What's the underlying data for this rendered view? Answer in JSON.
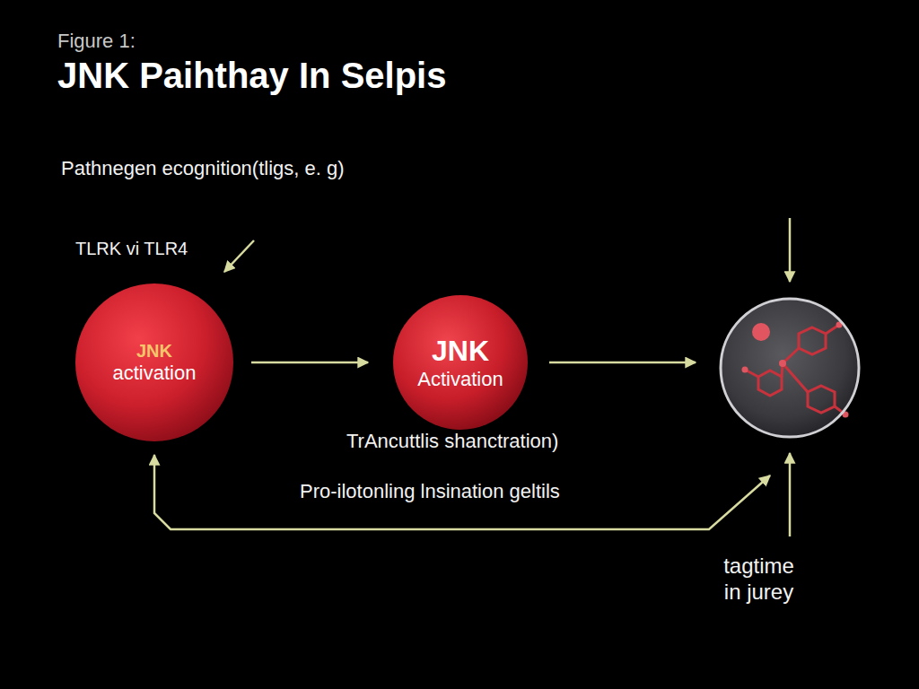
{
  "diagram": {
    "title": "JNK Paihthay In Selpis",
    "nodes": [
      {
        "text": [
          "JNK",
          "activation"
        ]
      },
      {
        "text": [
          "JNK",
          "Activation"
        ]
      },
      {
        "text": []
      }
    ],
    "edges": [
      {
        "from": 0,
        "to": 1,
        "arrow": "to"
      },
      {
        "from": 1,
        "to": 2,
        "arrow": "to"
      },
      {
        "from": 0,
        "to": 2,
        "arrow": "both"
      }
    ],
    "labels": [
      "Figure 1:",
      "Pathnegen ecognition(tligs, e. g)",
      "TLRK vi TLR4",
      "TrAncuttlis shanctration)",
      "Pro-ilotonling lnsination geltils",
      "tagtime in jurey"
    ]
  }
}
